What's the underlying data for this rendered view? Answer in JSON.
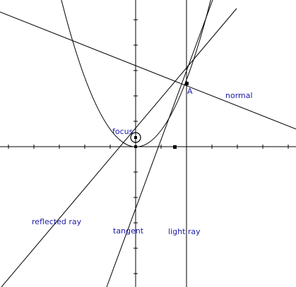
{
  "labels": {
    "focus": "focus",
    "point": "A",
    "normal": "normal",
    "reflected_ray": "reflected ray",
    "tangent": "tangent",
    "light_ray": "light ray"
  },
  "colors": {
    "background": "#ffffff",
    "lines": "#000000",
    "label_text": "#1c1ca8"
  }
}
